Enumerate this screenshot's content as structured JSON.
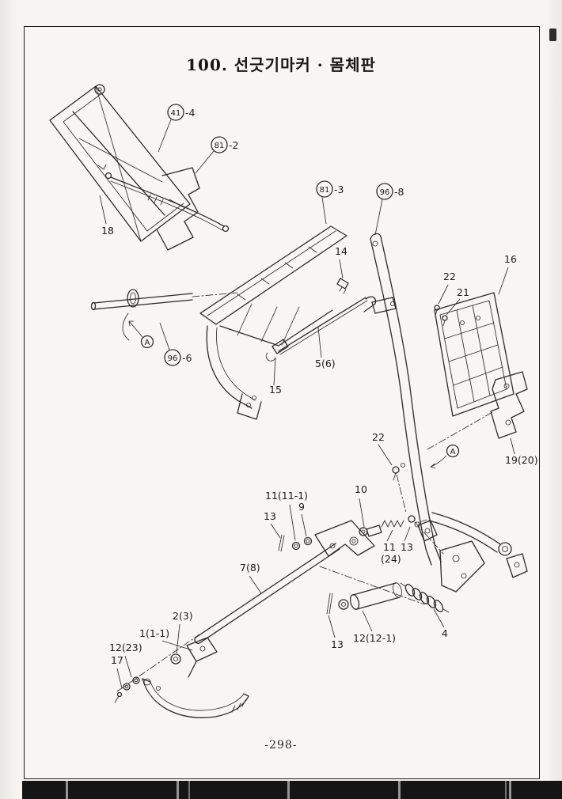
{
  "page": {
    "title": "100.  선긋기마커 · 몸체판",
    "page_number": "-298-"
  },
  "callouts": {
    "c41_4": {
      "circled": "41",
      "suffix": "-4"
    },
    "c81_2": {
      "circled": "81",
      "suffix": "-2"
    },
    "c81_3": {
      "circled": "81",
      "suffix": "-3"
    },
    "c96_8": {
      "circled": "96",
      "suffix": "-8"
    },
    "c96_6": {
      "circled": "96",
      "suffix": "-6"
    },
    "a_left": {
      "circled": "A",
      "suffix": ""
    },
    "a_right": {
      "circled": "A",
      "suffix": ""
    }
  },
  "labels": {
    "n18": "18",
    "n14": "14",
    "n22_top": "22",
    "n21": "21",
    "n16": "16",
    "n15": "15",
    "n5_6": "5(6)",
    "n22_mid": "22",
    "n19_20": "19(20)",
    "n10": "10",
    "n11_11_1": "11(11-1)",
    "n9": "9",
    "n13_left": "13",
    "n11": "11",
    "n13_mid": "13",
    "n24": "(24)",
    "n7_8": "7(8)",
    "n2_3": "2(3)",
    "n1_1_1": "1(1-1)",
    "n12_23": "12(23)",
    "n17": "17",
    "n13_bottom": "13",
    "n12_12_1": "12(12-1)",
    "n4": "4"
  }
}
